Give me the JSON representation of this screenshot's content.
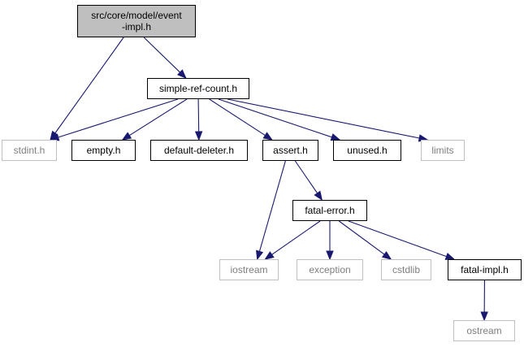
{
  "diagram": {
    "colors": {
      "edge": "#191970",
      "focus_fill": "#bfbfbf",
      "node_border": "#000000",
      "external_border": "#bfbfbf",
      "external_text": "#7f7f7f"
    },
    "nodes": {
      "event_impl": {
        "label": "src/core/model/event\n-impl.h",
        "kind": "focus"
      },
      "simple_ref_count": {
        "label": "simple-ref-count.h",
        "kind": "internal"
      },
      "stdint": {
        "label": "stdint.h",
        "kind": "external"
      },
      "empty": {
        "label": "empty.h",
        "kind": "internal"
      },
      "default_deleter": {
        "label": "default-deleter.h",
        "kind": "internal"
      },
      "assert": {
        "label": "assert.h",
        "kind": "internal"
      },
      "unused": {
        "label": "unused.h",
        "kind": "internal"
      },
      "limits": {
        "label": "limits",
        "kind": "external"
      },
      "fatal_error": {
        "label": "fatal-error.h",
        "kind": "internal"
      },
      "iostream": {
        "label": "iostream",
        "kind": "external"
      },
      "exception": {
        "label": "exception",
        "kind": "external"
      },
      "cstdlib": {
        "label": "cstdlib",
        "kind": "external"
      },
      "fatal_impl": {
        "label": "fatal-impl.h",
        "kind": "internal"
      },
      "ostream": {
        "label": "ostream",
        "kind": "external"
      }
    },
    "edges": [
      {
        "from": "event_impl",
        "to": "stdint"
      },
      {
        "from": "event_impl",
        "to": "simple_ref_count"
      },
      {
        "from": "simple_ref_count",
        "to": "stdint"
      },
      {
        "from": "simple_ref_count",
        "to": "empty"
      },
      {
        "from": "simple_ref_count",
        "to": "default_deleter"
      },
      {
        "from": "simple_ref_count",
        "to": "assert"
      },
      {
        "from": "simple_ref_count",
        "to": "unused"
      },
      {
        "from": "simple_ref_count",
        "to": "limits"
      },
      {
        "from": "assert",
        "to": "iostream"
      },
      {
        "from": "assert",
        "to": "fatal_error"
      },
      {
        "from": "fatal_error",
        "to": "iostream"
      },
      {
        "from": "fatal_error",
        "to": "exception"
      },
      {
        "from": "fatal_error",
        "to": "cstdlib"
      },
      {
        "from": "fatal_error",
        "to": "fatal_impl"
      },
      {
        "from": "fatal_impl",
        "to": "ostream"
      }
    ]
  }
}
